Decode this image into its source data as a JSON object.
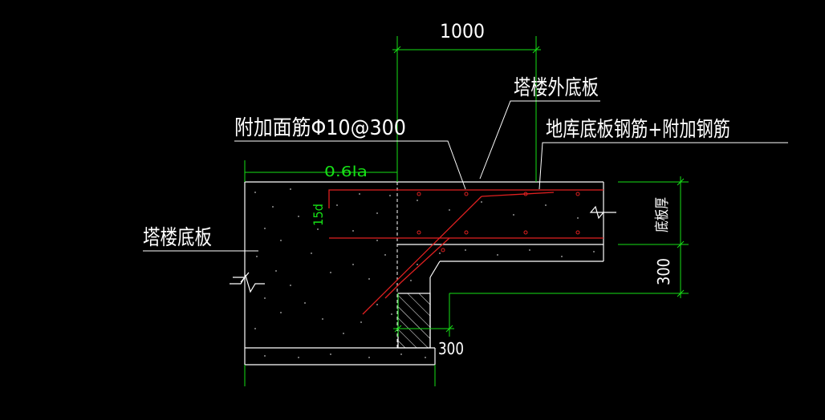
{
  "labels": {
    "dim_top": "1000",
    "tower_outer_slab": "塔楼外底板",
    "additional_top_rebar": "附加面筋Φ10@300",
    "basement_slab_rebar": "地库底板钢筋+附加钢筋",
    "anchor_len": "0.6la",
    "hook_len": "15d",
    "tower_slab": "塔楼底板",
    "slab_thickness": "底板厚",
    "dim_right_300": "300",
    "dim_bottom_300": "300"
  },
  "colors": {
    "background": "#000000",
    "line_white": "#ffffff",
    "dimension_green": "#16e016",
    "rebar_red": "#e02020"
  }
}
